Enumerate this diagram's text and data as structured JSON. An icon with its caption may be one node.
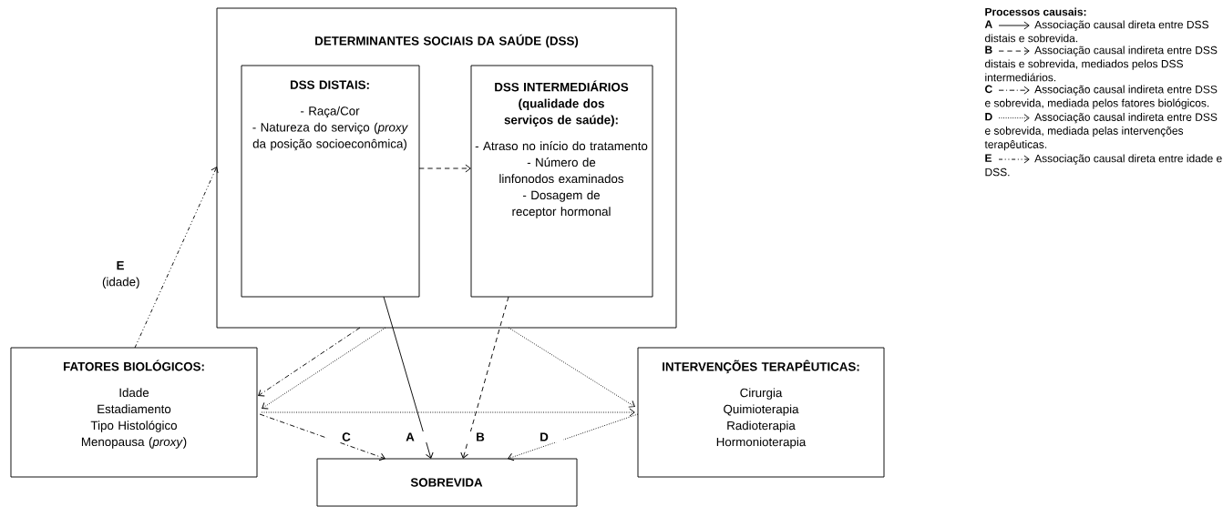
{
  "diagram": {
    "nodes": [
      {
        "text": [
          "DETERMINANTES SOCIAIS DA SAÚDE (DSS)"
        ]
      },
      {
        "text": [
          "DSS DISTAIS:",
          "- Raça/Cor",
          "- Natureza do serviço (*proxy* da posição socioeconômica)"
        ],
        "in": 0
      },
      {
        "text": [
          "DSS INTERMEDIÁRIOS (qualidade dos serviços de saúde):",
          "- Atraso no início do tratamento",
          "- Número de linfonodos examinados",
          "- Dosagem de receptor hormonal"
        ],
        "in": 0
      },
      {
        "text": [
          "FATORES BIOLÓGICOS:",
          "Idade",
          "Estadiamento",
          "Tipo Histológico",
          "Menopausa (*proxy*)"
        ]
      },
      {
        "text": [
          "INTERVENÇÕES TERAPÊUTICAS:",
          "Cirurgia",
          "Quimioterapia",
          "Radioterapia",
          "Hormonioterapia"
        ]
      },
      {
        "text": [
          "SOBREVIDA"
        ]
      }
    ],
    "edges": [
      {
        "from": 1,
        "to": 2,
        "arrow": "to",
        "style": "dashed"
      },
      {
        "from": 1,
        "to": 5,
        "arrow": "to",
        "label": "A"
      },
      {
        "from": 2,
        "to": 5,
        "arrow": "to",
        "style": "dashed",
        "label": "B"
      },
      {
        "from": 0,
        "to": 3,
        "arrow": "to",
        "style": "dashed"
      },
      {
        "from": 3,
        "to": 5,
        "arrow": "to",
        "style": "dashed",
        "label": "C"
      },
      {
        "from": 0,
        "to": 3,
        "arrow": "to",
        "style": "dashed"
      },
      {
        "from": 0,
        "to": 4,
        "arrow": "to",
        "style": "dashed"
      },
      {
        "from": 3,
        "to": 4,
        "arrow": "to",
        "style": "dashed"
      },
      {
        "from": 4,
        "to": 5,
        "arrow": "to",
        "style": "dashed",
        "label": "D"
      },
      {
        "from": 3,
        "to": 0,
        "arrow": "to",
        "style": "dashed",
        "label": "**E** (idade)"
      }
    ],
    "labels": [
      "Processos causais:",
      "A",
      "B",
      "C",
      "D",
      "E"
    ],
    "legend": [
      {
        "text": "Associação causal direta entre DSS distais e sobrevida."
      },
      {
        "text": "Associação causal indireta entre DSS distais e sobrevida, mediados pelos DSS intermediários."
      },
      {
        "text": "Associação causal indireta entre DSS e sobrevida, mediada pelos fatores biológicos."
      },
      {
        "text": "Associação causal indireta entre DSS e sobrevida, mediada pelas intervenções terapêuticas."
      },
      {
        "text": "Associação causal direta entre idade e DSS."
      }
    ]
  }
}
